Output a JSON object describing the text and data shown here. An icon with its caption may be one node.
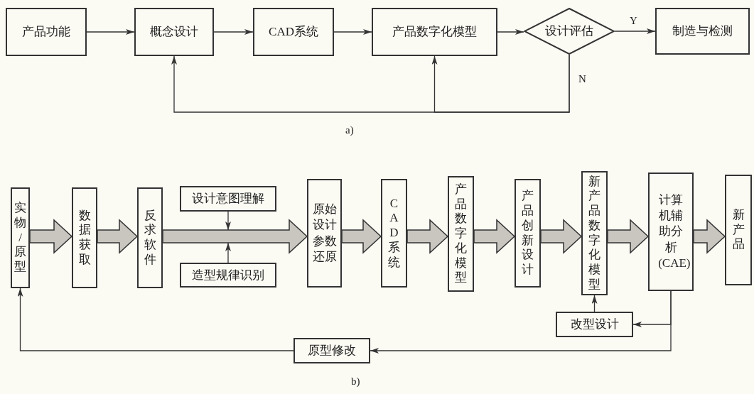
{
  "diagram": {
    "nodes": [
      {
        "text": [
          "产品功能"
        ]
      },
      {
        "text": [
          "概念设计"
        ]
      },
      {
        "text": [
          "CAD系统"
        ]
      },
      {
        "text": [
          "产品数字化模型"
        ]
      },
      {
        "text": [
          "设计评估"
        ]
      },
      {
        "text": [
          "制造与检测"
        ]
      },
      {
        "text": [
          "实物/原型"
        ]
      },
      {
        "text": [
          "数据获取"
        ]
      },
      {
        "text": [
          "反求软件"
        ]
      },
      {
        "text": [
          "设计意图理解"
        ]
      },
      {
        "text": [
          "造型规律识别"
        ]
      },
      {
        "text": [
          "原始设计参数还原"
        ]
      },
      {
        "text": [
          "CAD系统"
        ]
      },
      {
        "text": [
          "产品数字化模型"
        ]
      },
      {
        "text": [
          "产品创新设计"
        ]
      },
      {
        "text": [
          "新产品数字化模型"
        ]
      },
      {
        "text": [
          "计算机辅助分析(CAE)"
        ]
      },
      {
        "text": [
          "新产品"
        ]
      },
      {
        "text": [
          "改型设计"
        ]
      },
      {
        "text": [
          "原型修改"
        ]
      }
    ],
    "edges": [
      {
        "from": 0,
        "to": 1,
        "arrow": "to"
      },
      {
        "from": 1,
        "to": 2,
        "arrow": "to"
      },
      {
        "from": 2,
        "to": 3,
        "arrow": "to"
      },
      {
        "from": 3,
        "to": 4,
        "arrow": "to"
      },
      {
        "from": 4,
        "to": 5,
        "arrow": "to",
        "label": "Y"
      },
      {
        "from": 4,
        "to": 1,
        "arrow": "to",
        "label": "N"
      },
      {
        "from": 4,
        "to": 3,
        "arrow": "to"
      },
      {
        "from": 6,
        "to": 7,
        "arrow": "to",
        "style": "thick"
      },
      {
        "from": 7,
        "to": 8,
        "arrow": "to",
        "style": "thick"
      },
      {
        "from": 8,
        "to": 11,
        "arrow": "to",
        "style": "thick"
      },
      {
        "from": 11,
        "to": 12,
        "arrow": "to",
        "style": "thick"
      },
      {
        "from": 12,
        "to": 13,
        "arrow": "to",
        "style": "thick"
      },
      {
        "from": 13,
        "to": 14,
        "arrow": "to",
        "style": "thick"
      },
      {
        "from": 14,
        "to": 15,
        "arrow": "to",
        "style": "thick"
      },
      {
        "from": 15,
        "to": 16,
        "arrow": "to",
        "style": "thick"
      },
      {
        "from": 16,
        "to": 17,
        "arrow": "to",
        "style": "thick"
      },
      {
        "from": 9,
        "to": null,
        "arrow": "to"
      },
      {
        "from": 10,
        "to": null,
        "arrow": "to"
      },
      {
        "from": 16,
        "to": 18,
        "arrow": "to"
      },
      {
        "from": 16,
        "to": 19,
        "arrow": "to"
      },
      {
        "from": 18,
        "to": 15,
        "arrow": "to"
      },
      {
        "from": 19,
        "to": 6,
        "arrow": "to"
      }
    ],
    "labels": [
      "a)",
      "b)"
    ]
  }
}
